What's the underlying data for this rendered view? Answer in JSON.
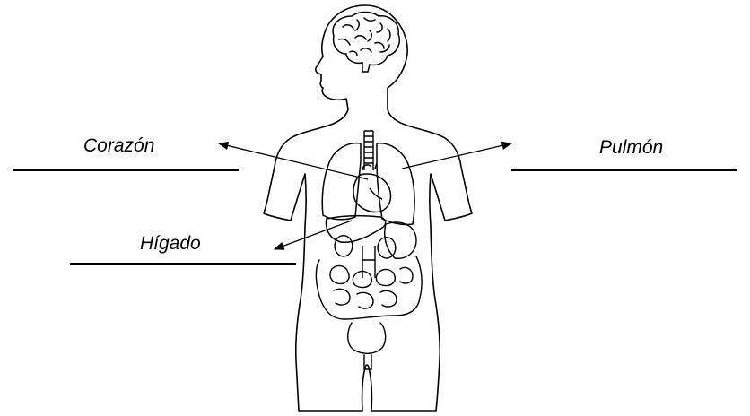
{
  "labels": {
    "heart": "Corazón",
    "lung": "Pulmón",
    "liver": "Hígado"
  },
  "colors": {
    "ink": "#000000",
    "background": "#ffffff"
  }
}
